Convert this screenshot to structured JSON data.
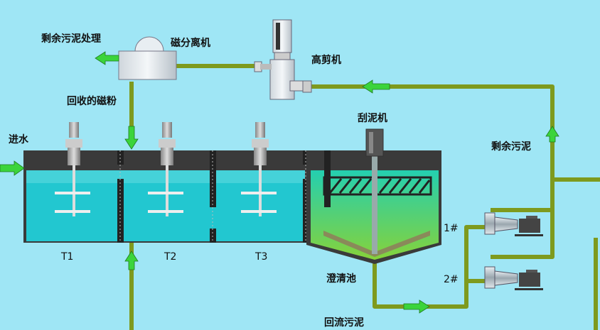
{
  "labels": {
    "excess_sludge_treatment": "剩余污泥处理",
    "magnetic_separator": "磁分离机",
    "high_shear": "高剪机",
    "recovered_powder": "回收的磁粉",
    "sludge_scraper": "刮泥机",
    "water_inlet": "进水",
    "excess_sludge": "剩余污泥",
    "tank_t1": "T1",
    "tank_t2": "T2",
    "tank_t3": "T3",
    "clarifier": "澄清池",
    "pump_1": "1#",
    "pump_2": "2#",
    "return_sludge": "回流污泥"
  },
  "colors": {
    "background": "#9fe6f5",
    "pipe": "#7e9a1e",
    "arrow": "#3bd43b",
    "tank_wall": "#3a3a3a",
    "water": "#22c7d0",
    "clarifier_top": "#2ad0a0",
    "clarifier_bottom": "#7ed03a"
  }
}
